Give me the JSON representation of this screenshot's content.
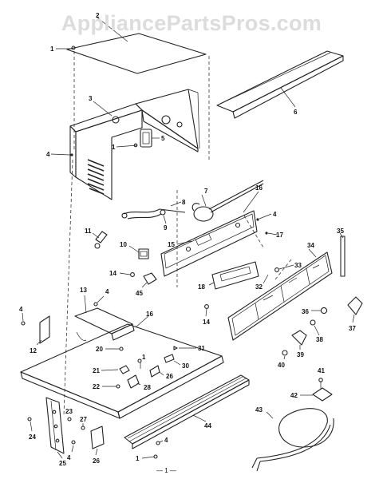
{
  "watermark": "AppliancePartsPros.com",
  "footer": "— 1 —",
  "callouts": {
    "c1_top": "1",
    "c2": "2",
    "c3": "3",
    "c4_left": "4",
    "c1_mid": "1",
    "c5": "5",
    "c6": "6",
    "c7": "7",
    "c8": "8",
    "c9": "9",
    "c16_top": "16",
    "c4_right": "4",
    "c17": "17",
    "c11": "11",
    "c10": "10",
    "c15": "15",
    "c35": "35",
    "c34": "34",
    "c33": "33",
    "c14_a": "14",
    "c45": "45",
    "c18": "18",
    "c32": "32",
    "c13": "13",
    "c4_mid": "4",
    "c4_far": "4",
    "c12": "12",
    "c14_b": "14",
    "c16_pan": "16",
    "c36": "36",
    "c37": "37",
    "c38": "38",
    "c39": "39",
    "c20": "20",
    "c31": "31",
    "c1_pan": "1",
    "c30": "30",
    "c26_pan": "26",
    "c21": "21",
    "c28": "28",
    "c22": "22",
    "c40": "40",
    "c41": "41",
    "c42": "42",
    "c23": "23",
    "c27": "27",
    "c24": "24",
    "c44": "44",
    "c43": "43",
    "c25": "25",
    "c4_bot": "4",
    "c26_bot": "26",
    "c1_bot": "1",
    "c4_bot2": "4"
  }
}
